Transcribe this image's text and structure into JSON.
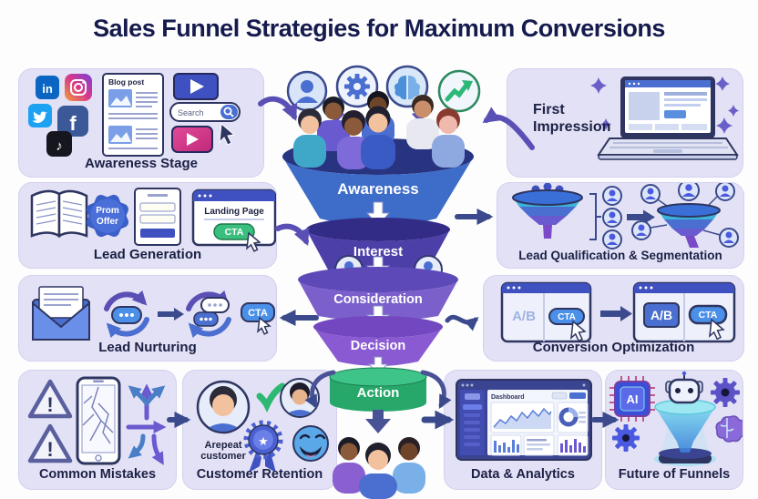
{
  "title": "Sales Funnel Strategies for Maximum Conversions",
  "colors": {
    "panel_bg": "#e3e1f5",
    "title_text": "#161b4e",
    "arrow": "#3a4a8c",
    "cta_green": "#3bbf7f",
    "cta_blue": "#4a8fe8"
  },
  "funnel": {
    "stages": [
      {
        "label": "Awareness",
        "color": "#3e6cc9"
      },
      {
        "label": "Interest",
        "color": "#4c3fa8"
      },
      {
        "label": "Consideration",
        "color": "#7b60cb"
      },
      {
        "label": "Decision",
        "color": "#8a5ad2"
      },
      {
        "label": "Action",
        "color": "#27a86a"
      }
    ],
    "top_icons": [
      "user-icon",
      "gear-icon",
      "brain-icon",
      "growth-chart-icon"
    ]
  },
  "panels": {
    "awareness_stage": {
      "label": "Awareness Stage",
      "blog_card_title": "Blog post",
      "search_placeholder": "Search",
      "social_icons": [
        "linkedin",
        "instagram",
        "twitter",
        "facebook",
        "tiktok"
      ],
      "linkedin_glyph": "in",
      "facebook_glyph": "f",
      "tiktok_glyph": "♪"
    },
    "first_impression": {
      "label_line1": "First",
      "label_line2": "Impression"
    },
    "lead_generation": {
      "label": "Lead Generation",
      "badge_line1": "Prom",
      "badge_line2": "Offer",
      "landing_page_title": "Landing Page",
      "cta_label": "CTA"
    },
    "lead_qualification": {
      "label": "Lead Qualification & Segmentation"
    },
    "lead_nurturing": {
      "label": "Lead Nurturing",
      "cta_label": "CTA"
    },
    "conversion_optimization": {
      "label": "Conversion Optimization",
      "ab_label": "A/B",
      "cta_label": "CTA"
    },
    "common_mistakes": {
      "label": "Common Mistakes",
      "warning_glyph": "!"
    },
    "customer_retention": {
      "label": "Customer Retention",
      "caption_line1": "Arepeat",
      "caption_line2": "customer",
      "award_star": "★"
    },
    "data_analytics": {
      "label": "Data & Analytics",
      "dashboard_title": "Dashboard"
    },
    "future_of_funnels": {
      "label": "Future of Funnels",
      "chip_label": "AI"
    }
  }
}
